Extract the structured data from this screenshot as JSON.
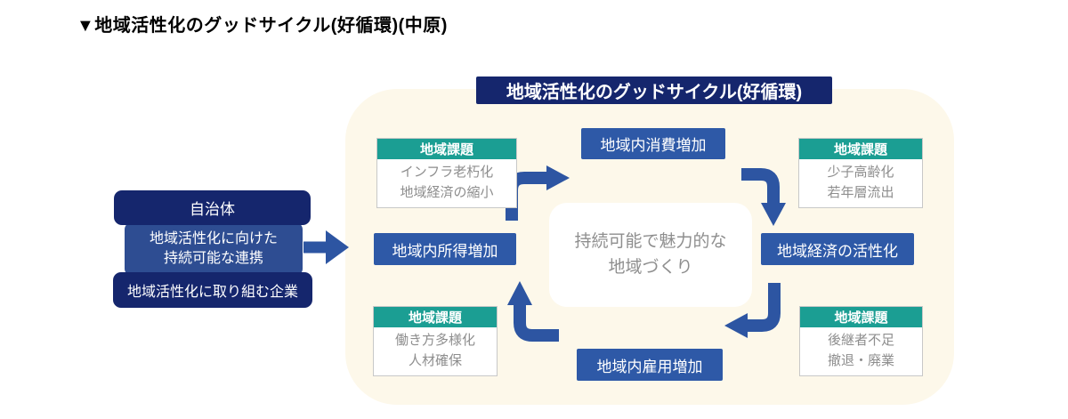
{
  "page_title": "▼地域活性化のグッドサイクル(好循環)(中原)",
  "colors": {
    "navy": "#15266d",
    "midblue": "#2e4d92",
    "blue": "#2e59a7",
    "arrow": "#2d55a2",
    "teal": "#1b9e93",
    "cream": "#fdf8ea",
    "graytext": "#8e8e8e"
  },
  "diagram": {
    "header": "地域活性化のグッドサイクル(好循環)",
    "left_group": {
      "municipality": "自治体",
      "link_line1": "地域活性化に向けた",
      "link_line2": "持続可能な連携",
      "company": "地域活性化に取り組む企業"
    },
    "cycle": {
      "top": "地域内消費増加",
      "left": "地域内所得増加",
      "right": "地域経済の活性化",
      "bottom": "地域内雇用増加",
      "center_line1": "持続可能で魅力的な",
      "center_line2": "地域づくり"
    },
    "issues": [
      {
        "label": "地域課題",
        "line1": "インフラ老朽化",
        "line2": "地域経済の縮小"
      },
      {
        "label": "地域課題",
        "line1": "少子高齢化",
        "line2": "若年層流出"
      },
      {
        "label": "地域課題",
        "line1": "働き方多様化",
        "line2": "人材確保"
      },
      {
        "label": "地域課題",
        "line1": "後継者不足",
        "line2": "撤退・廃業"
      }
    ]
  }
}
